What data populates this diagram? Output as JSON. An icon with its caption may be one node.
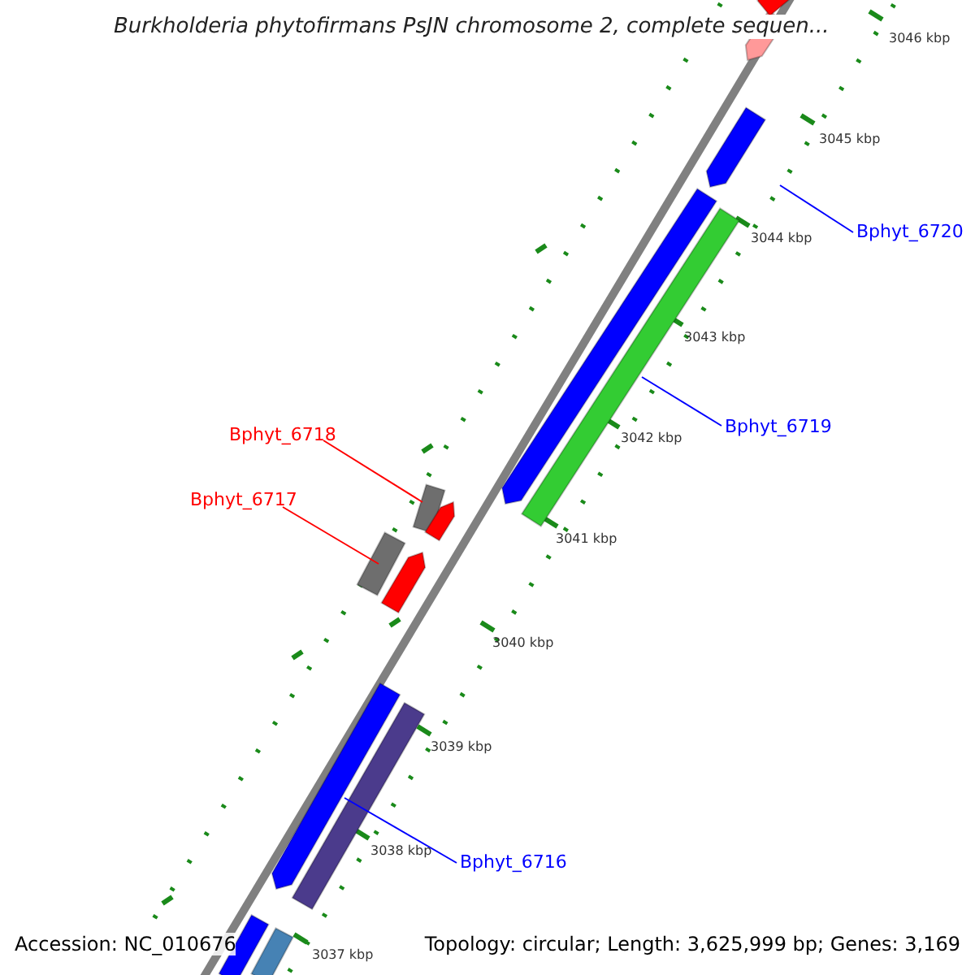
{
  "diagram": {
    "title": "Burkholderia phytofirmans PsJN chromosome 2, complete sequen...",
    "nodes": [
      {
        "text": [
          "Bphyt_6720"
        ]
      },
      {
        "text": [],
        "shape": "bar"
      },
      {
        "text": [
          "Bphyt_6719"
        ]
      },
      {
        "text": [],
        "shape": "bar"
      },
      {
        "text": [
          "Bphyt_6718"
        ]
      },
      {
        "text": [],
        "shape": "bar"
      },
      {
        "text": [
          "Bphyt_6717"
        ]
      },
      {
        "text": [],
        "shape": "bar"
      },
      {
        "text": [
          "Bphyt_6716"
        ]
      },
      {
        "text": [],
        "shape": "bar"
      }
    ],
    "edges": [
      {
        "from": 0,
        "to": 1,
        "arrow": "none"
      },
      {
        "from": 2,
        "to": 3,
        "arrow": "none"
      },
      {
        "from": 4,
        "to": 5,
        "arrow": "none",
        "color": "#ff0000"
      },
      {
        "from": 6,
        "to": 7,
        "arrow": "none",
        "color": "#ff0000"
      },
      {
        "from": 8,
        "to": 9,
        "arrow": "none"
      }
    ],
    "labels": [
      "3046 kbp",
      "3045 kbp",
      "3044 kbp",
      "3043 kbp",
      "3042 kbp",
      "3041 kbp",
      "3040 kbp",
      "3039 kbp",
      "3038 kbp",
      "3037 kbp",
      "Accession: NC_010676",
      "Topology: circular; Length: 3,625,999 bp; Genes: 3,169"
    ]
  }
}
